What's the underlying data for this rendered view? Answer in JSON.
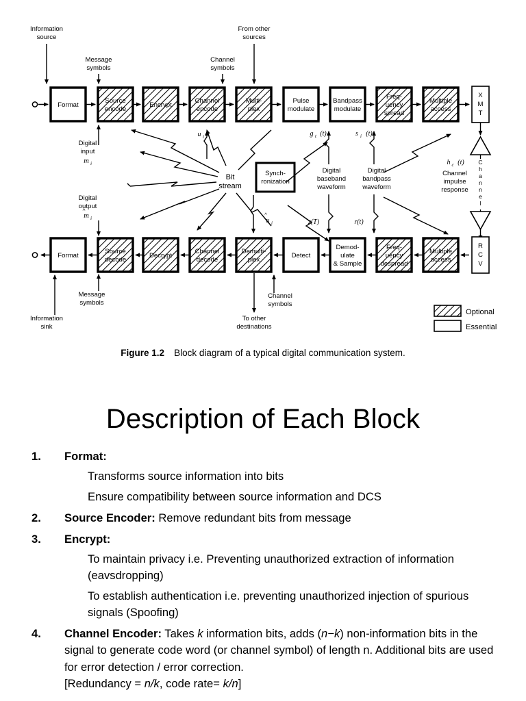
{
  "figure": {
    "caption_label": "Figure 1.2",
    "caption_text": "Block diagram of a typical digital communication system.",
    "top_row_blocks": [
      {
        "id": "format-tx",
        "lines": [
          "Format"
        ],
        "style": "essential"
      },
      {
        "id": "source-encode",
        "lines": [
          "Source",
          "encode"
        ],
        "style": "optional"
      },
      {
        "id": "encrypt",
        "lines": [
          "Encrypt"
        ],
        "style": "optional"
      },
      {
        "id": "channel-encode",
        "lines": [
          "Channel",
          "encode"
        ],
        "style": "optional"
      },
      {
        "id": "multiplex",
        "lines": [
          "Multi-",
          "plex"
        ],
        "style": "optional"
      },
      {
        "id": "pulse-modulate",
        "lines": [
          "Pulse",
          "modulate"
        ],
        "style": "essential"
      },
      {
        "id": "bandpass-modulate",
        "lines": [
          "Bandpass",
          "modulate"
        ],
        "style": "essential"
      },
      {
        "id": "frequency-spread",
        "lines": [
          "Freq-",
          "uency",
          "spread"
        ],
        "style": "optional"
      },
      {
        "id": "multiple-access-tx",
        "lines": [
          "Multiple",
          "access"
        ],
        "style": "optional"
      }
    ],
    "bottom_row_blocks": [
      {
        "id": "format-rx",
        "lines": [
          "Format"
        ],
        "style": "essential"
      },
      {
        "id": "source-decode",
        "lines": [
          "Source",
          "decode"
        ],
        "style": "optional"
      },
      {
        "id": "decrypt",
        "lines": [
          "Decrypt"
        ],
        "style": "optional"
      },
      {
        "id": "channel-decode",
        "lines": [
          "Channel",
          "decode"
        ],
        "style": "optional"
      },
      {
        "id": "demultiplex",
        "lines": [
          "Demulti-",
          "plex"
        ],
        "style": "optional"
      },
      {
        "id": "detect",
        "lines": [
          "Detect"
        ],
        "style": "essential"
      },
      {
        "id": "demodulate-sample",
        "lines": [
          "Demod-",
          "ulate",
          "& Sample"
        ],
        "style": "essential"
      },
      {
        "id": "frequency-despread",
        "lines": [
          "Freq-",
          "uency",
          "despread"
        ],
        "style": "optional"
      },
      {
        "id": "multiple-access-rx",
        "lines": [
          "Multiple",
          "access"
        ],
        "style": "optional"
      }
    ],
    "xmt_label": [
      "X",
      "M",
      "T"
    ],
    "rcv_label": [
      "R",
      "C",
      "V"
    ],
    "channel_label": [
      "C",
      "h",
      "a",
      "n",
      "n",
      "e",
      "l"
    ],
    "sync_block": [
      "Synch-",
      "ronization"
    ],
    "bit_stream": [
      "Bit",
      "stream"
    ],
    "annotations": {
      "information_source": [
        "Information",
        "source"
      ],
      "from_other_sources": [
        "From other",
        "sources"
      ],
      "message_symbols_top": [
        "Message",
        "symbols"
      ],
      "channel_symbols_top": [
        "Channel",
        "symbols"
      ],
      "digital_input": [
        "Digital",
        "input"
      ],
      "digital_input_sym": "m",
      "digital_input_sub": "i",
      "digital_output": [
        "Digital",
        "output"
      ],
      "digital_output_sym": "m",
      "digital_output_sub": "i",
      "u_i": "u",
      "u_i_sub": "i",
      "u_hat_i": "u",
      "u_hat_i_sub": "i",
      "g_t": "g",
      "g_t_sub": "t",
      "g_t_arg": "(t)",
      "s_i": "s",
      "s_i_sub": "i",
      "s_i_arg": "(t)",
      "z_T": "z(T)",
      "r_t": "r(t)",
      "h_c": "h",
      "h_c_sub": "c",
      "h_c_arg": "(t)",
      "digital_baseband_waveform": [
        "Digital",
        "baseband",
        "waveform"
      ],
      "digital_bandpass_waveform": [
        "Digital",
        "bandpass",
        "waveform"
      ],
      "channel_impulse_response": [
        "Channel",
        "impulse",
        "response"
      ],
      "message_symbols_bottom": [
        "Message",
        "symbols"
      ],
      "channel_symbols_bottom": [
        "Channel",
        "symbols"
      ],
      "information_sink": [
        "Information",
        "sink"
      ],
      "to_other_destinations": [
        "To other",
        "destinations"
      ]
    },
    "legend": [
      {
        "id": "optional",
        "label": "Optional",
        "style": "optional"
      },
      {
        "id": "essential",
        "label": "Essential",
        "style": "essential"
      }
    ]
  },
  "section": {
    "title": "Description of Each Block",
    "items": [
      {
        "num": "1.",
        "lead": "Format:",
        "subs": [
          "Transforms source information into bits",
          "Ensure compatibility between source information and DCS"
        ]
      },
      {
        "num": "2.",
        "lead": "Source Encoder:",
        "rest": " Remove redundant bits from message"
      },
      {
        "num": "3.",
        "lead": "Encrypt:",
        "subs": [
          "To maintain privacy i.e. Preventing unauthorized extraction of information (eavsdropping)",
          "To establish authentication i.e. preventing unauthorized injection of spurious signals (Spoofing)"
        ]
      },
      {
        "num": "4.",
        "lead": "Channel Encoder:",
        "rest_plain_1": " Takes ",
        "italic_k": "k",
        "rest_plain_2": " information bits, adds (",
        "italic_nk": "n−k",
        "rest_plain_3": ") non-information bits in the signal to generate code word (or channel symbol) of length n. Additional bits are used for error detection / error correction.",
        "bracket_open": "[Redundancy = ",
        "italic_nk2": "n/k",
        "bracket_mid": ", code rate= ",
        "italic_kn": "k/n",
        "bracket_close": "]"
      }
    ]
  },
  "colors": {
    "ink": "#000000",
    "background": "#ffffff",
    "hatch": "#000000"
  }
}
